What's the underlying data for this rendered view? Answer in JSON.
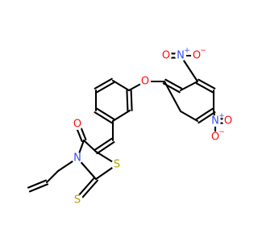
{
  "colors": {
    "oxygen": "#ff0d0d",
    "nitrogen": "#3050f8",
    "sulfur": "#b2a200",
    "bond": "#000000"
  },
  "atoms": {
    "o_nitro1_top": "O",
    "n_nitro1": "N",
    "o_nitro1_side": "O",
    "o_ether": "O",
    "n_nitro2": "N",
    "o_nitro2_side": "O",
    "o_nitro2_bottom": "O",
    "o_carbonyl": "O",
    "n_ring": "N",
    "s_ring": "S",
    "s_thione": "S"
  },
  "charges": {
    "n_nitro1": "+",
    "o_nitro1_side": "−",
    "n_nitro2": "+",
    "o_nitro2_bottom": "−"
  }
}
